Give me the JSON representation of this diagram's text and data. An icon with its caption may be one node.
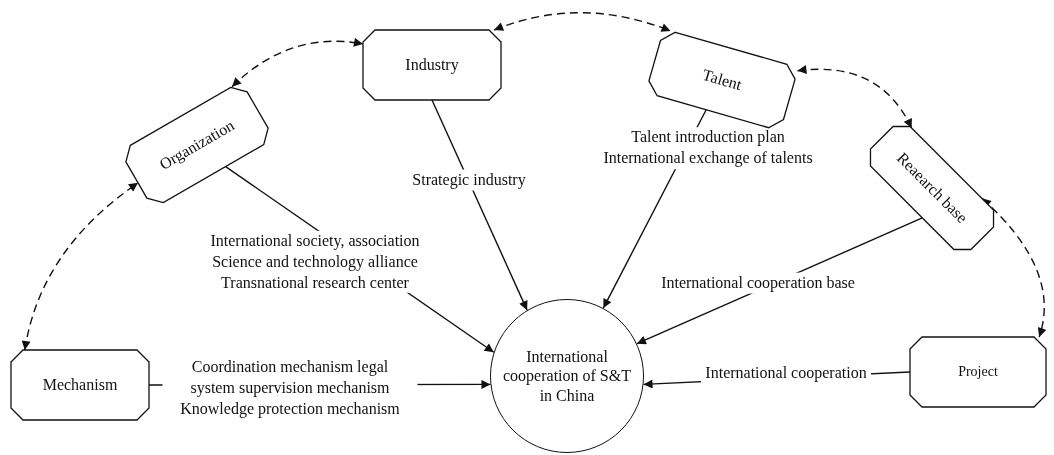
{
  "diagram": {
    "nodes": [
      {
        "text": [
          "Mechanism"
        ]
      },
      {
        "text": [
          "Organization"
        ]
      },
      {
        "text": [
          "Industry"
        ]
      },
      {
        "text": [
          "Talent"
        ]
      },
      {
        "text": [
          "Reaearch base"
        ]
      },
      {
        "text": [
          "Project"
        ]
      },
      {
        "text": [
          "International cooperation of S&T in China"
        ]
      }
    ],
    "edges": [
      {
        "from": 0,
        "to": 1,
        "arrow": "both",
        "style": "dashed"
      },
      {
        "from": 1,
        "to": 2,
        "arrow": "both",
        "style": "dashed"
      },
      {
        "from": 2,
        "to": 3,
        "arrow": "both",
        "style": "dashed"
      },
      {
        "from": 3,
        "to": 4,
        "arrow": "both",
        "style": "dashed"
      },
      {
        "from": 4,
        "to": 5,
        "arrow": "both",
        "style": "dashed"
      },
      {
        "from": 1,
        "to": 6,
        "arrow": "to",
        "label": "International society, association Science and technology alliance Transnational research center"
      },
      {
        "from": 2,
        "to": 6,
        "arrow": "to",
        "label": "Strategic industry"
      },
      {
        "from": 3,
        "to": 6,
        "arrow": "to",
        "label": "Talent introduction plan International exchange of talents"
      },
      {
        "from": 4,
        "to": 6,
        "arrow": "to",
        "label": "International cooperation base"
      },
      {
        "from": 0,
        "to": 6,
        "arrow": "to",
        "label": "Coordination mechanism legal system supervision mechanism Knowledge protection mechanism"
      },
      {
        "from": 5,
        "to": 6,
        "arrow": "to",
        "label": "International cooperation"
      }
    ]
  }
}
